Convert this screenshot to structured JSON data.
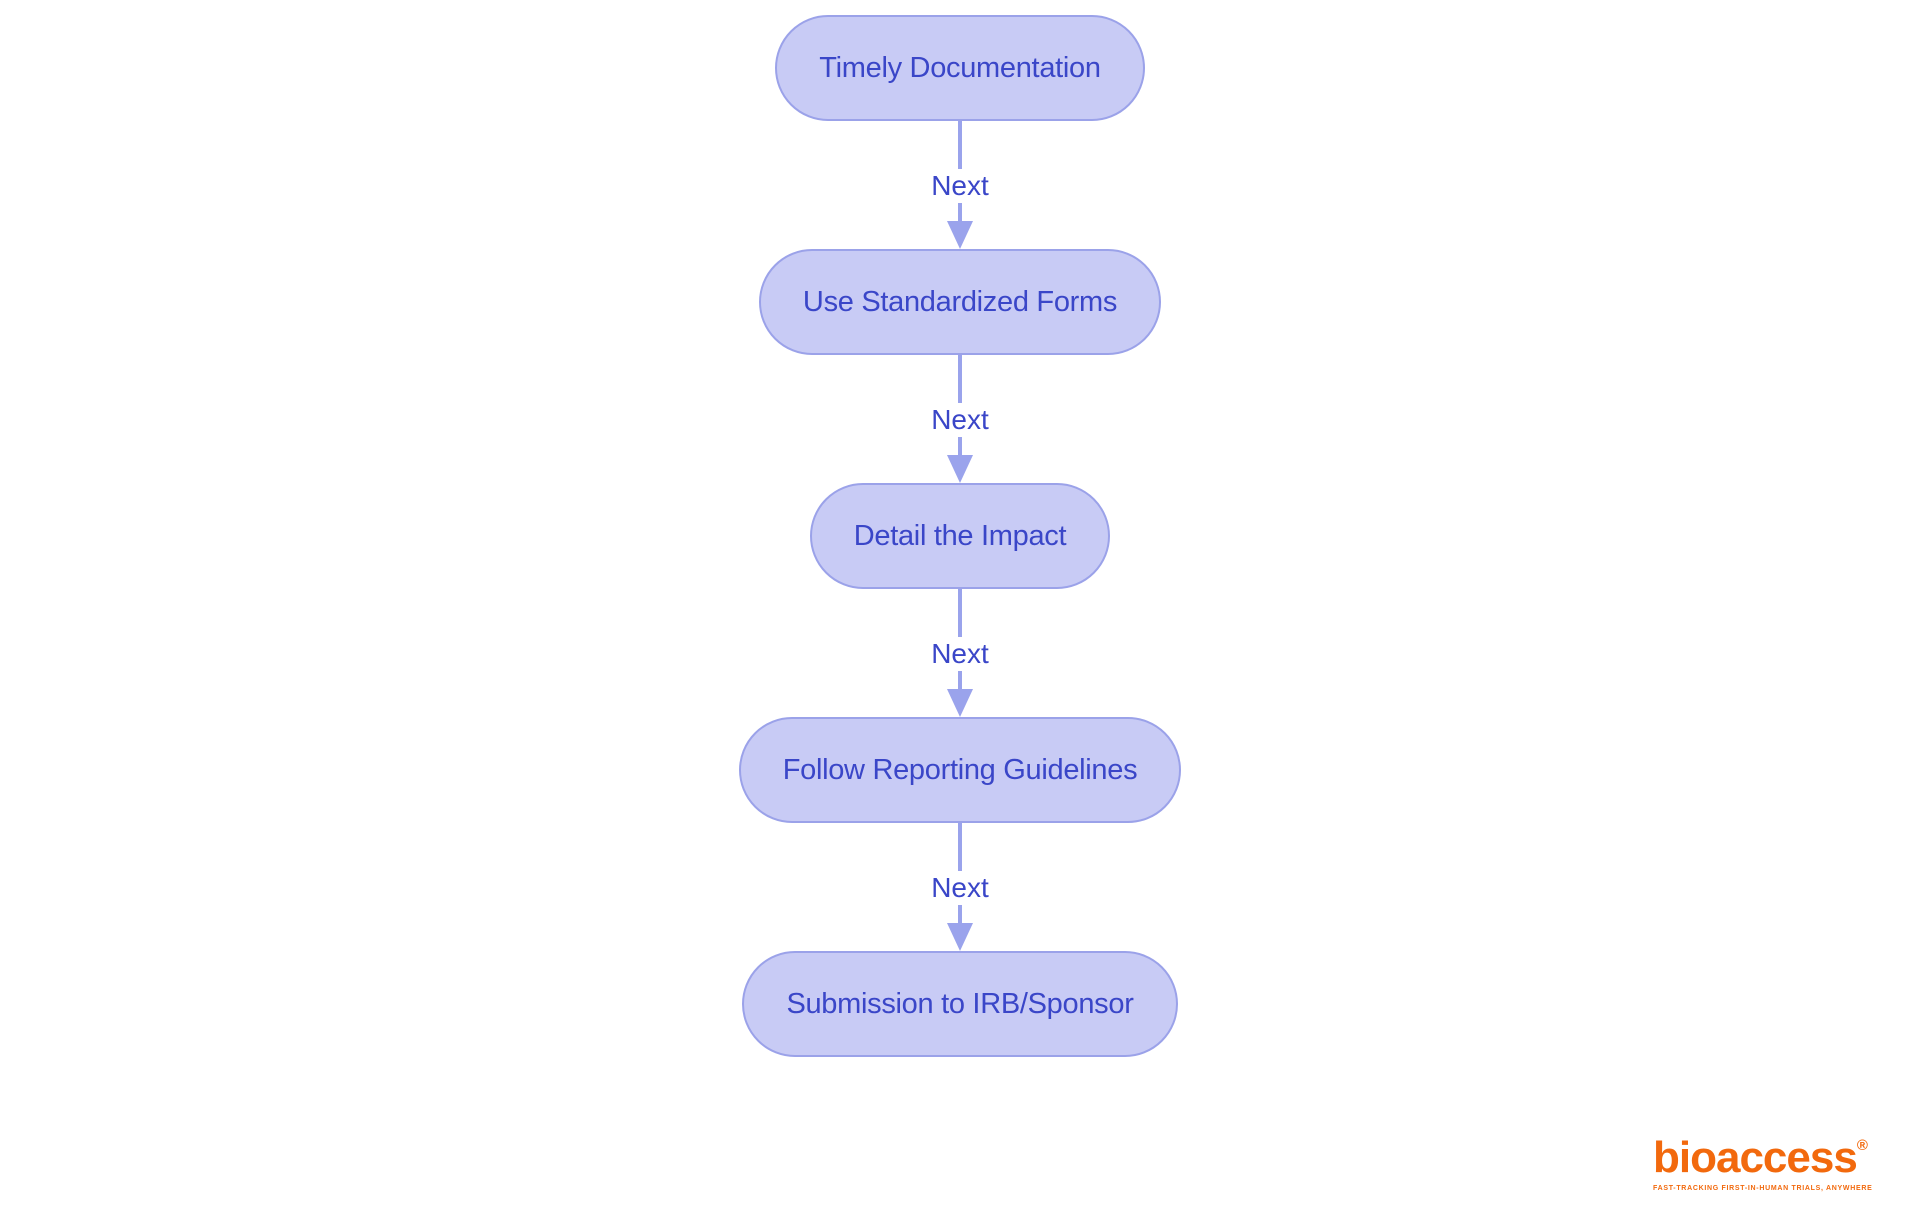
{
  "flowchart": {
    "nodes": [
      {
        "label": "Timely Documentation"
      },
      {
        "label": "Use Standardized Forms"
      },
      {
        "label": "Detail the Impact"
      },
      {
        "label": "Follow Reporting Guidelines"
      },
      {
        "label": "Submission to IRB/Sponsor"
      }
    ],
    "edges": [
      {
        "label": "Next"
      },
      {
        "label": "Next"
      },
      {
        "label": "Next"
      },
      {
        "label": "Next"
      }
    ],
    "colors": {
      "node_fill": "#c8cbf5",
      "node_border": "#9ba2e9",
      "node_text": "#3a46c8",
      "arrow_line": "#9aa3ec",
      "edge_label_text": "#3a46c8",
      "background": "#ffffff"
    }
  },
  "branding": {
    "logo_text": "bioaccess",
    "logo_registered": "®",
    "tagline": "FAST-TRACKING FIRST-IN-HUMAN TRIALS, ANYWHERE",
    "logo_color": "#f2690d"
  }
}
